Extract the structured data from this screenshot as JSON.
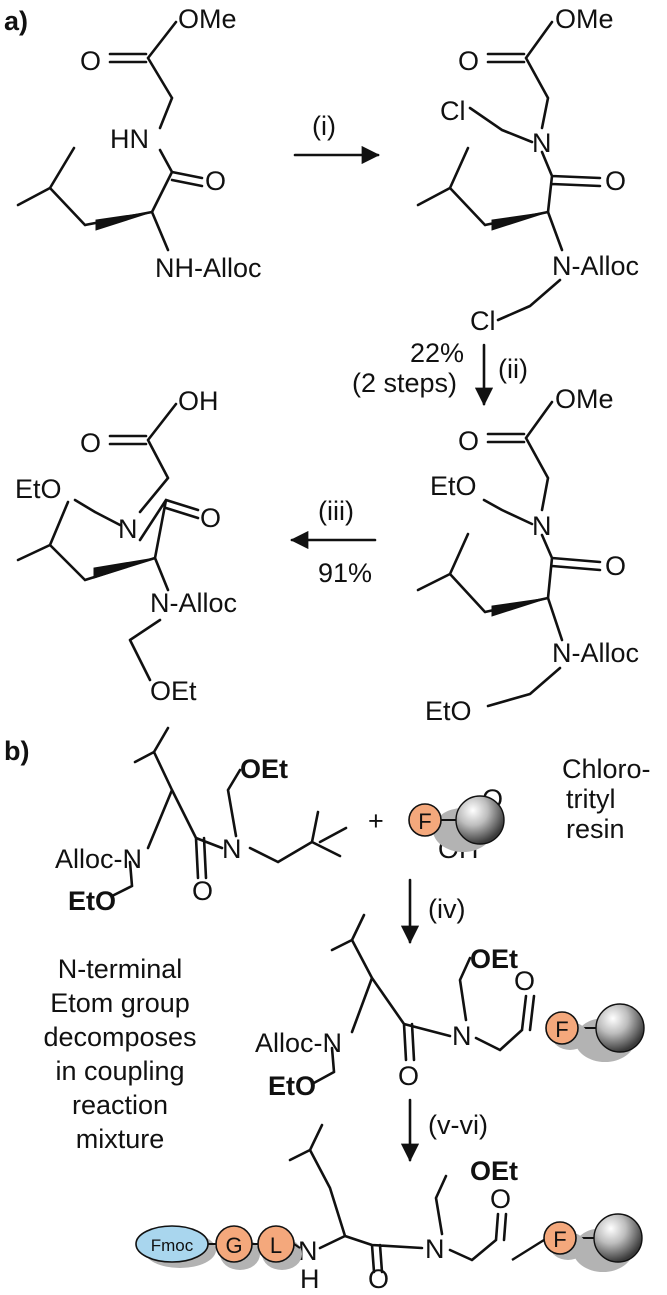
{
  "panels": {
    "a": "a)",
    "b": "b)"
  },
  "labels": {
    "ome": "OMe",
    "o": "O",
    "hn": "HN",
    "nh_alloc": "NH-Alloc",
    "n": "N",
    "n_alloc": "N-Alloc",
    "cl": "Cl",
    "eto": "EtO",
    "oet": "OEt",
    "oh": "OH",
    "alloc_n": "Alloc-N",
    "h": "H",
    "nh": "N",
    "plus": "+",
    "resin": [
      "Chloro-",
      "trityl",
      "resin"
    ],
    "bead_f": "F",
    "bead_g": "G",
    "bead_l": "L",
    "fmoc": "Fmoc"
  },
  "steps": {
    "i": "(i)",
    "ii": "(ii)",
    "ii_yield": "22%",
    "ii_note": "(2 steps)",
    "iii": "(iii)",
    "iii_yield": "91%",
    "iv": "(iv)",
    "v_vi": "(v-vi)"
  },
  "note": [
    "N-terminal",
    "Etom group",
    "decomposes",
    "in coupling",
    "reaction",
    "mixture"
  ],
  "colors": {
    "bead_orange": "#f4a87c",
    "fmoc_blue": "#a9d6ee",
    "shadow": "#b3b3b3",
    "ink": "#111111"
  }
}
